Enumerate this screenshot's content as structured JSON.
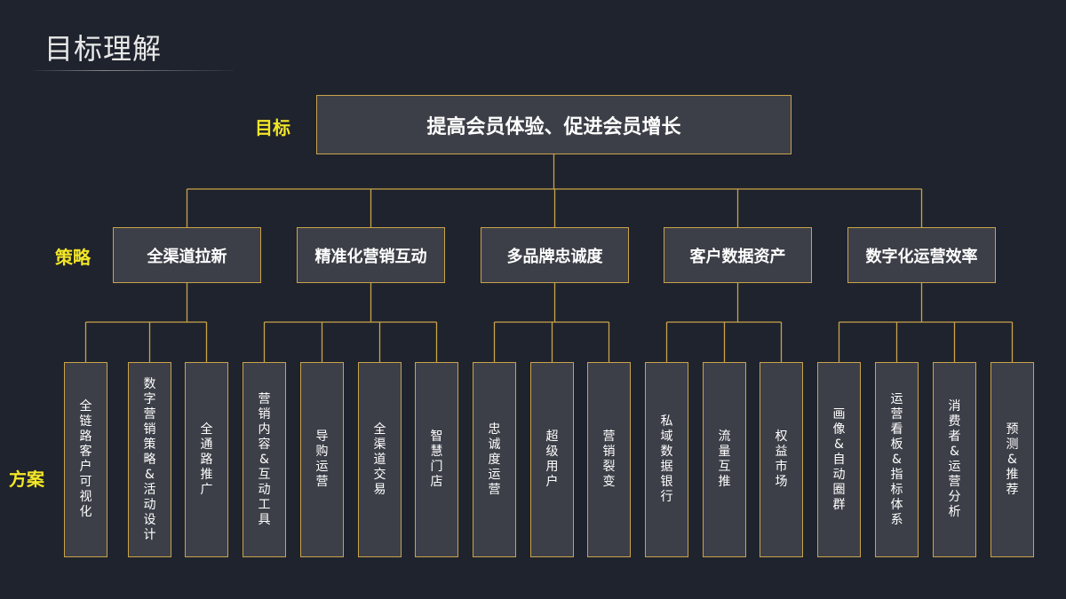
{
  "page_title": "目标理解",
  "labels": {
    "goal": "目标",
    "strategy": "策略",
    "plan": "方案"
  },
  "goal": "提高会员体验、促进会员增长",
  "strategies": [
    {
      "label": "全渠道拉新",
      "plans": [
        "全链路客户可视化",
        "数字营销策略&活动设计",
        "全通路推广"
      ]
    },
    {
      "label": "精准化营销互动",
      "plans": [
        "营销内容&互动工具",
        "导购运营",
        "全渠道交易",
        "智慧门店"
      ]
    },
    {
      "label": "多品牌忠诚度",
      "plans": [
        "忠诚度运营",
        "超级用户",
        "营销裂变"
      ]
    },
    {
      "label": "客户数据资产",
      "plans": [
        "私域数据银行",
        "流量互推",
        "权益市场"
      ]
    },
    {
      "label": "数字化运营效率",
      "plans": [
        "画像&自动圈群",
        "运营看板&指标体系",
        "消费者&运营分析",
        "预测&推荐"
      ]
    }
  ],
  "colors": {
    "background": "#1f232d",
    "box_fill": "#3d3f48",
    "box_border": "#c9a34a",
    "label_yellow": "#f3e626"
  }
}
